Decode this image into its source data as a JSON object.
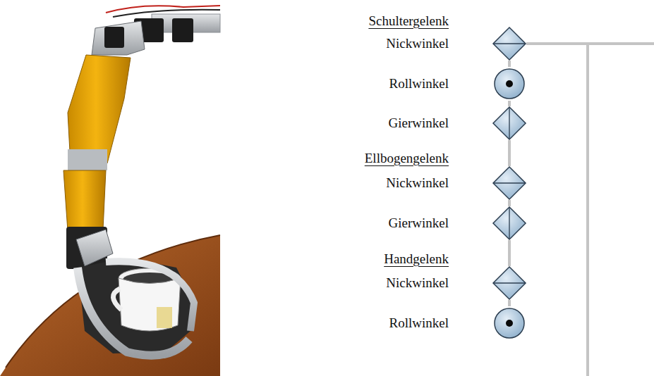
{
  "diagram": {
    "nodes": [
      {
        "text": [
          "Nickwinkel"
        ]
      },
      {
        "text": [
          "Rollwinkel"
        ]
      },
      {
        "text": [
          "Gierwinkel"
        ]
      },
      {
        "text": [
          "Nickwinkel"
        ]
      },
      {
        "text": [
          "Gierwinkel"
        ]
      },
      {
        "text": [
          "Nickwinkel"
        ]
      },
      {
        "text": [
          "Rollwinkel"
        ]
      }
    ],
    "edges": [
      {
        "from": 0,
        "to": 1,
        "arrow": "none"
      },
      {
        "from": 1,
        "to": 2,
        "arrow": "none"
      },
      {
        "from": 2,
        "to": 3,
        "arrow": "none"
      },
      {
        "from": 3,
        "to": 4,
        "arrow": "none"
      },
      {
        "from": 4,
        "to": 5,
        "arrow": "none"
      },
      {
        "from": 5,
        "to": 6,
        "arrow": "none"
      }
    ],
    "labels": [
      "Schultergelenk",
      "Ellbogengelenk",
      "Handgelenk"
    ]
  }
}
